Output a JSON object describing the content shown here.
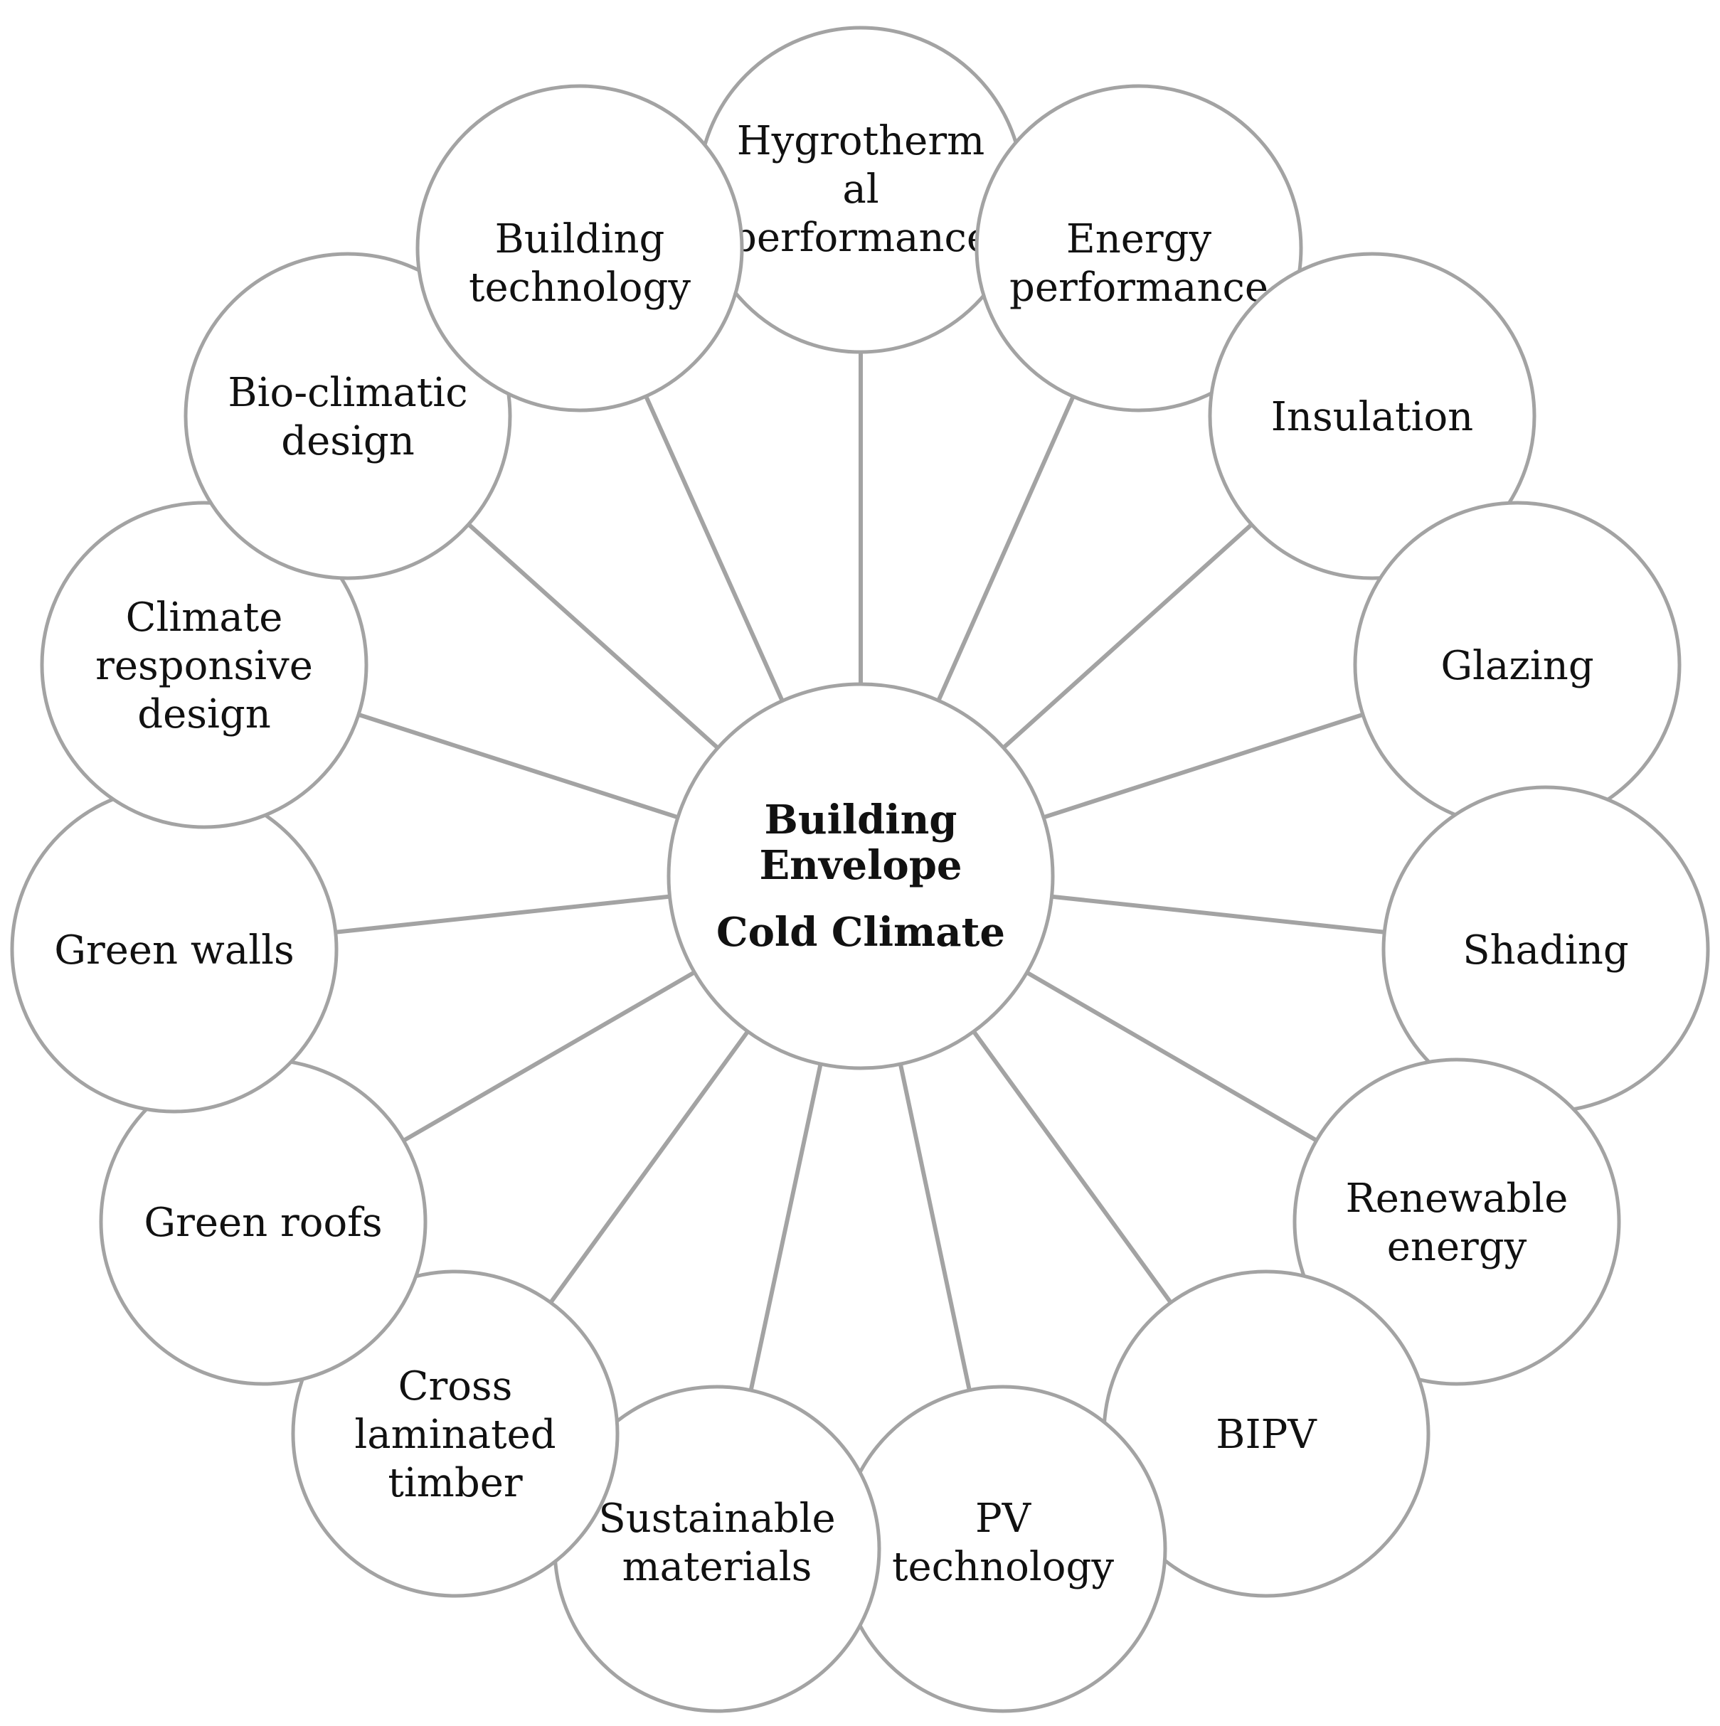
{
  "center": {
    "lines": [
      "Building",
      "Envelope",
      "Cold Climate"
    ]
  },
  "nodes": [
    {
      "lines": [
        "Hygrotherm",
        "al",
        "performance"
      ]
    },
    {
      "lines": [
        "Energy",
        "performance"
      ]
    },
    {
      "lines": [
        "Insulation"
      ]
    },
    {
      "lines": [
        "Glazing"
      ]
    },
    {
      "lines": [
        "Shading"
      ]
    },
    {
      "lines": [
        "Renewable",
        "energy"
      ]
    },
    {
      "lines": [
        "BIPV"
      ]
    },
    {
      "lines": [
        "PV",
        "technology"
      ]
    },
    {
      "lines": [
        "Sustainable",
        "materials"
      ]
    },
    {
      "lines": [
        "Cross",
        "laminated",
        "timber"
      ]
    },
    {
      "lines": [
        "Green roofs"
      ]
    },
    {
      "lines": [
        "Green walls"
      ]
    },
    {
      "lines": [
        "Climate",
        "responsive",
        "design"
      ]
    },
    {
      "lines": [
        "Bio-climatic",
        "design"
      ]
    },
    {
      "lines": [
        "Building",
        "technology"
      ]
    }
  ]
}
